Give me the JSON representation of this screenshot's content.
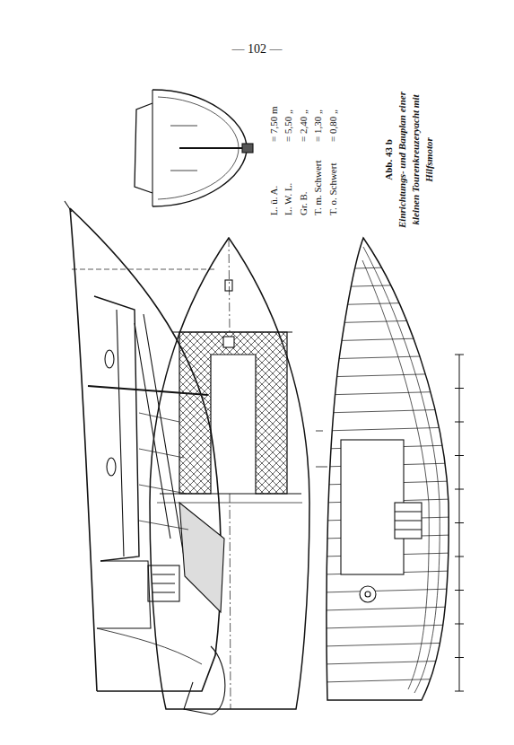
{
  "diagram": {
    "caption": "Einrichtungs- und Bauplan einer kleinen Tourenkreuzeryacht mit Hilfsmotor",
    "labels": [
      "— 102 —",
      "L. ü. A.",
      "= 7,50 m",
      "L. W. L.",
      "= 5,50 „",
      "Gr. B.",
      "= 2,40 „",
      "T. m. Schwert",
      "= 1,30 „",
      "T. o. Schwert",
      "= 0,80 „",
      "Abb. 43 b"
    ]
  }
}
